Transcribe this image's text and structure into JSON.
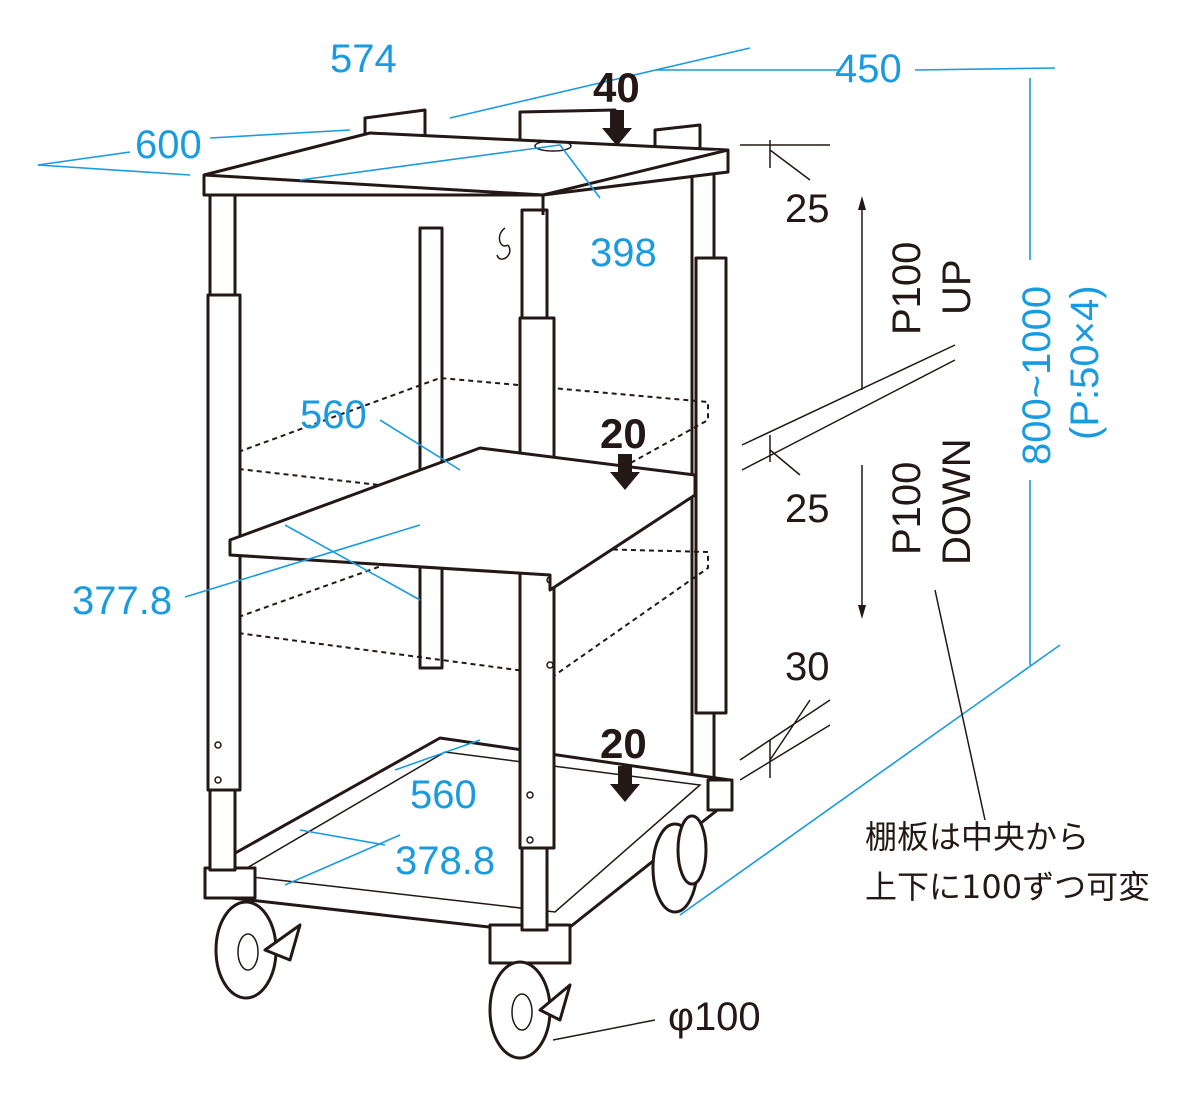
{
  "colors": {
    "dimension": "#1a9be0",
    "line": "#231815"
  },
  "dimensions": {
    "top_width": "574",
    "depth": "450",
    "top_load": "40",
    "overall_width": "600",
    "top_thickness": "25",
    "top_inner_depth": "398",
    "adjust_up_pitch": "P100",
    "adjust_up_label": "UP",
    "height_range": "800~1000",
    "height_pitch": "(P:50×4)",
    "mid_shelf_width": "560",
    "mid_shelf_load": "20",
    "mid_shelf_thickness": "25",
    "adjust_down_pitch": "P100",
    "adjust_down_label": "DOWN",
    "mid_shelf_depth": "377.8",
    "bottom_thickness": "30",
    "bottom_load": "20",
    "bottom_width": "560",
    "bottom_depth": "378.8",
    "caster_diameter": "φ100"
  },
  "note": {
    "line1": "棚板は中央から",
    "line2": "上下に100ずつ可変"
  }
}
